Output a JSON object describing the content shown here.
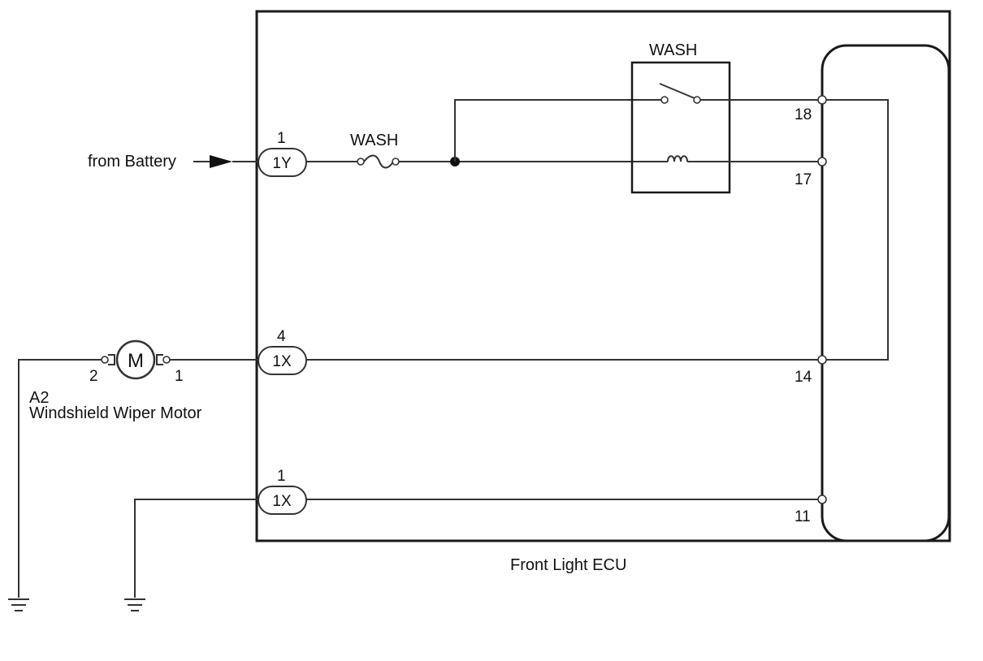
{
  "battery": {
    "label": "from Battery"
  },
  "fuse": {
    "label": "WASH"
  },
  "relay": {
    "label": "WASH"
  },
  "connectors": [
    {
      "id": "1Y",
      "pin": "1"
    },
    {
      "id": "1X",
      "pin": "4"
    },
    {
      "id": "1X",
      "pin": "1"
    }
  ],
  "ecu": {
    "name": "Front Light ECU",
    "terminals": [
      "18",
      "17",
      "14",
      "11"
    ]
  },
  "motor": {
    "symbol": "M",
    "code": "A2",
    "name": "Windshield Wiper Motor",
    "pin_left": "2",
    "pin_right": "1"
  }
}
